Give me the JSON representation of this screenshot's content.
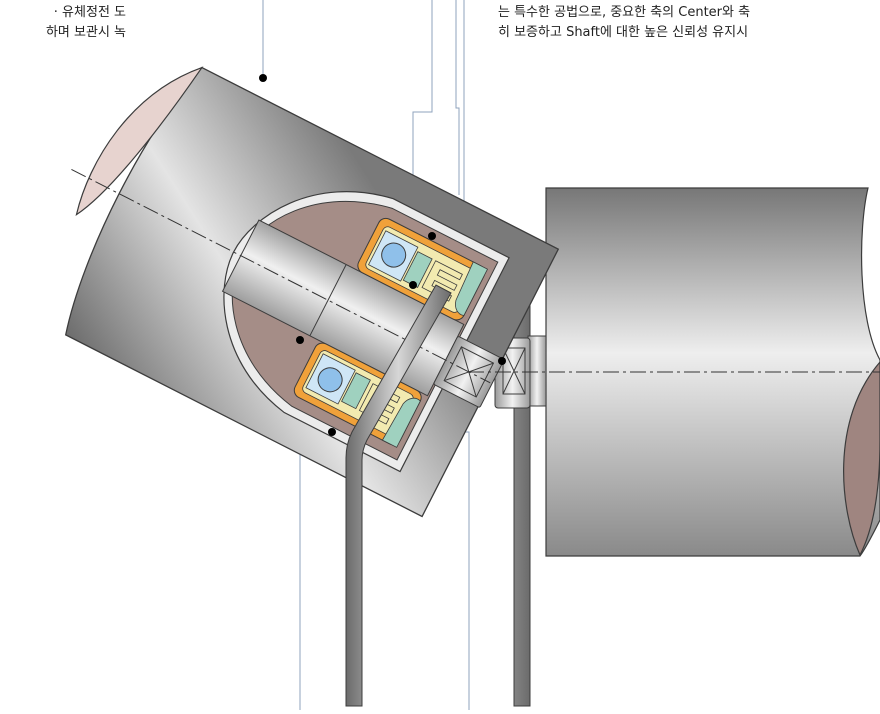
{
  "captions": {
    "left": [
      "· 유체정전 도",
      "하며 보관시 녹"
    ],
    "right": [
      "는 특수한 공법으로, 중요한 축의 Center와 축",
      "히 보증하고 Shaft에 대한 높은 신뢰성 유지시"
    ]
  },
  "colors": {
    "housing_light": "#e4e4e4",
    "housing_dark": "#6f6f6f",
    "cavity": "#a58d87",
    "bore": "#c8aaa5",
    "shaft": "#d4d4d4",
    "seal_orange": "#f0a13a",
    "seal_yellow": "#f2eab0",
    "seal_green": "#9fd1bf",
    "bearing_blue": "#8fc0ea",
    "pipe": "#9a9a9a",
    "leader": "#8fa3bd"
  }
}
